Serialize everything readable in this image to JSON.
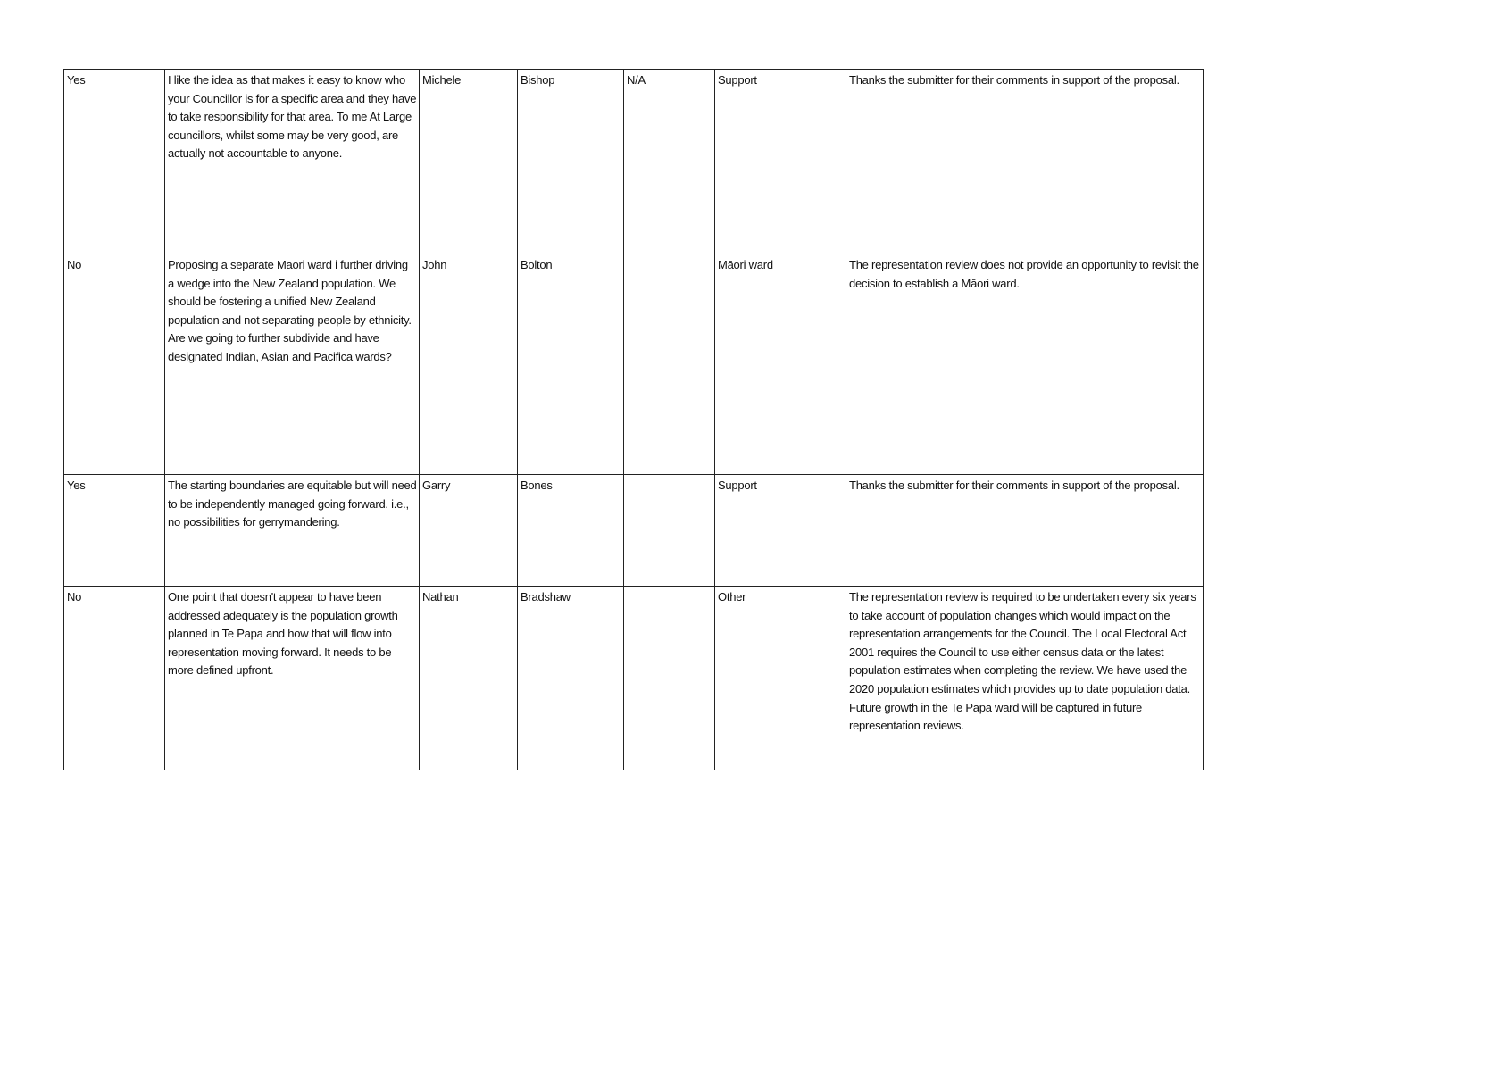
{
  "rows": [
    {
      "answer": "Yes",
      "comment": "I like the idea as that makes it easy to know who your Councillor is for a specific area and they have to take responsibility for that area.  To me At Large councillors, whilst some may be very good, are actually not accountable to anyone.",
      "first_name": "Michele",
      "last_name": "Bishop",
      "organisation": "N/A",
      "topic": "Support",
      "response": "Thanks the submitter for their  comments in support of the proposal."
    },
    {
      "answer": "No",
      "comment": "Proposing a separate Maori ward i further driving a wedge into the New Zealand population. We should be fostering a unified New Zealand population and not separating people by ethnicity. Are we going to further subdivide and have designated Indian, Asian and Pacifica wards?",
      "first_name": "John",
      "last_name": "Bolton",
      "organisation": "",
      "topic": "Māori ward",
      "response": "The representation review does not provide an opportunity to revisit the decision to establish a Māori ward."
    },
    {
      "answer": "Yes",
      "comment": "The starting boundaries are equitable but will need to be independently managed going forward.  i.e., no possibilities for gerrymandering.",
      "first_name": "Garry",
      "last_name": "Bones",
      "organisation": "",
      "topic": "Support",
      "response": "Thanks the submitter for their comments in support of the proposal."
    },
    {
      "answer": "No",
      "comment": "One point that doesn't appear to have been addressed adequately is the population growth planned in Te Papa and how that will flow into representation moving forward.  It needs to be more defined upfront.",
      "first_name": "Nathan",
      "last_name": "Bradshaw",
      "organisation": "",
      "topic": "Other",
      "response": "The representation review is required to be undertaken every six years to take account of population changes  which would impact on the representation arrangements for the Council. The Local Electoral Act 2001 requires the Council to use either census data or the latest population estimates when completing the review.  We have used the 2020 population estimates which provides up to date population data. Future growth in the Te Papa ward will be captured in future representation reviews."
    }
  ]
}
